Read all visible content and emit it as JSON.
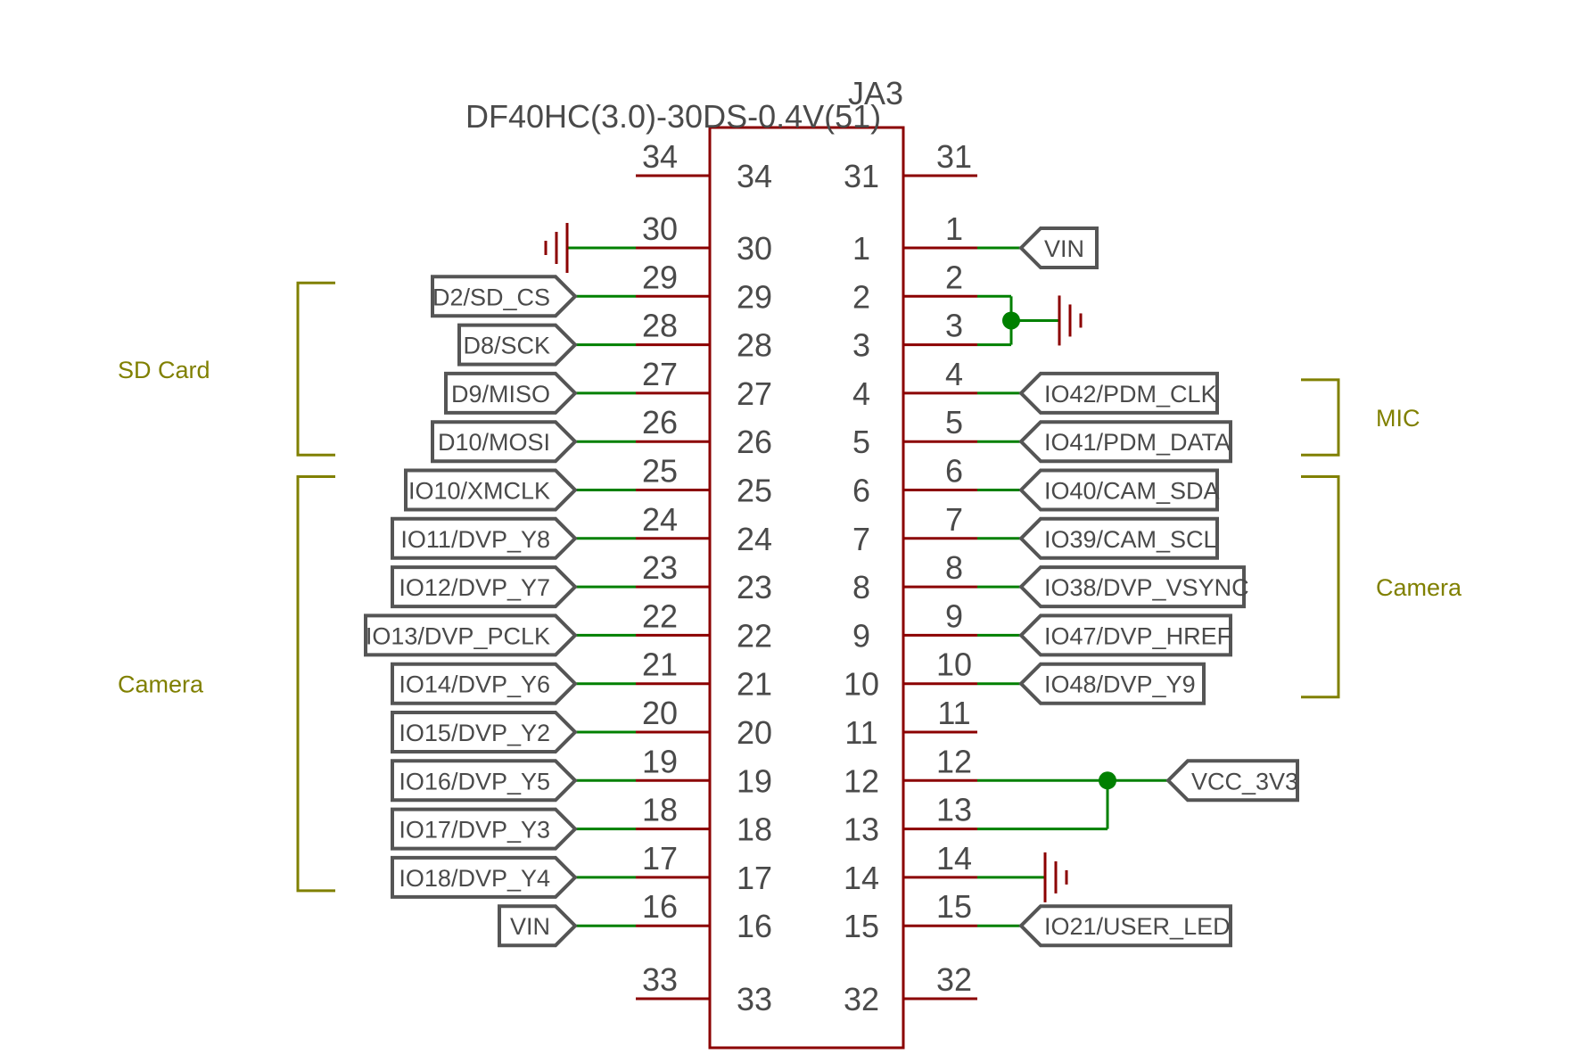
{
  "component": {
    "designator": "JA3",
    "part_number": "DF40HC(3.0)-30DS-0.4V(51)"
  },
  "colors": {
    "pin_line": "#8b0000",
    "wire": "#008000",
    "outline": "#8b0000",
    "label_border": "#555555",
    "text": "#4a4a4a",
    "group": "#808000"
  },
  "left_pins": [
    {
      "num": "34",
      "net": "",
      "conn": "none"
    },
    {
      "num": "30",
      "net": "",
      "conn": "gnd"
    },
    {
      "num": "29",
      "net": "D2/SD_CS",
      "conn": "label"
    },
    {
      "num": "28",
      "net": "D8/SCK",
      "conn": "label"
    },
    {
      "num": "27",
      "net": "D9/MISO",
      "conn": "label"
    },
    {
      "num": "26",
      "net": "D10/MOSI",
      "conn": "label"
    },
    {
      "num": "25",
      "net": "IO10/XMCLK",
      "conn": "label"
    },
    {
      "num": "24",
      "net": "IO11/DVP_Y8",
      "conn": "label"
    },
    {
      "num": "23",
      "net": "IO12/DVP_Y7",
      "conn": "label"
    },
    {
      "num": "22",
      "net": "IO13/DVP_PCLK",
      "conn": "label"
    },
    {
      "num": "21",
      "net": "IO14/DVP_Y6",
      "conn": "label"
    },
    {
      "num": "20",
      "net": "IO15/DVP_Y2",
      "conn": "label"
    },
    {
      "num": "19",
      "net": "IO16/DVP_Y5",
      "conn": "label"
    },
    {
      "num": "18",
      "net": "IO17/DVP_Y3",
      "conn": "label"
    },
    {
      "num": "17",
      "net": "IO18/DVP_Y4",
      "conn": "label"
    },
    {
      "num": "16",
      "net": "VIN",
      "conn": "label"
    },
    {
      "num": "33",
      "net": "",
      "conn": "none"
    }
  ],
  "right_pins": [
    {
      "num": "31",
      "net": "",
      "conn": "none"
    },
    {
      "num": "1",
      "net": "VIN",
      "conn": "label"
    },
    {
      "num": "2",
      "net": "",
      "conn": "gnd-bus"
    },
    {
      "num": "3",
      "net": "",
      "conn": "gnd-bus"
    },
    {
      "num": "4",
      "net": "IO42/PDM_CLK",
      "conn": "label"
    },
    {
      "num": "5",
      "net": "IO41/PDM_DATA",
      "conn": "label"
    },
    {
      "num": "6",
      "net": "IO40/CAM_SDA",
      "conn": "label"
    },
    {
      "num": "7",
      "net": "IO39/CAM_SCL",
      "conn": "label"
    },
    {
      "num": "8",
      "net": "IO38/DVP_VSYNC",
      "conn": "label"
    },
    {
      "num": "9",
      "net": "IO47/DVP_HREF",
      "conn": "label"
    },
    {
      "num": "10",
      "net": "IO48/DVP_Y9",
      "conn": "label"
    },
    {
      "num": "11",
      "net": "",
      "conn": "none"
    },
    {
      "num": "12",
      "net": "VCC_3V3",
      "conn": "vcc-bus"
    },
    {
      "num": "13",
      "net": "",
      "conn": "vcc-bus"
    },
    {
      "num": "14",
      "net": "",
      "conn": "gnd"
    },
    {
      "num": "15",
      "net": "IO21/USER_LED",
      "conn": "label"
    },
    {
      "num": "32",
      "net": "",
      "conn": "none"
    }
  ],
  "groups": [
    {
      "label": "SD Card",
      "side": "left",
      "from": "29",
      "to": "26"
    },
    {
      "label": "Camera",
      "side": "left",
      "from": "25",
      "to": "17"
    },
    {
      "label": "MIC",
      "side": "right",
      "from": "4",
      "to": "5"
    },
    {
      "label": "Camera",
      "side": "right",
      "from": "6",
      "to": "10"
    }
  ]
}
